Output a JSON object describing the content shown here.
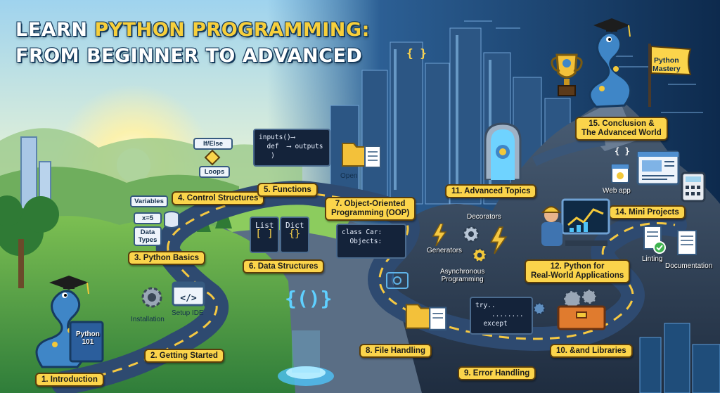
{
  "title": {
    "line1_prefix": "LEARN ",
    "line1_highlight": "PYTHON PROGRAMMING:",
    "line2": "FROM BEGINNER TO ADVANCED"
  },
  "stages": {
    "s1": "1. Introduction",
    "s2": "2. Getting Started",
    "s3": "3. Python Basics",
    "s4": "4. Control Structures",
    "s5": "5. Functions",
    "s6": "6. Data Structures",
    "s7_line1": "7. Object-Oriented",
    "s7_line2": "Programming (OOP)",
    "s8": "8. File Handling",
    "s9": "9. Error Handling",
    "s10": "10. &and Libraries",
    "s11": "11. Advanced Topics",
    "s12_line1": "12. Python for",
    "s12_line2": "Real-World Applications",
    "s14": "14. Mini Projects",
    "s15_line1": "15. Conclusion &",
    "s15_line2": "The Advanced World"
  },
  "labels": {
    "installation": "Installation",
    "setup_ide": "Setup IDE",
    "variables": "Variables",
    "x_eq_5": "x=5",
    "data_types_1": "Data",
    "data_types_2": "Types",
    "if_else": "If/Else",
    "loops": "Loops",
    "list": "List",
    "list_glyph": "[ ]",
    "dict": "Dict",
    "dict_glyph": "{}",
    "open": "Open",
    "decorators": "Decorators",
    "generators": "Generators",
    "async_1": "Asynchronous",
    "async_2": "Programming",
    "web_app": "Web app",
    "linting": "Linting",
    "documentation": "Documentation",
    "python_mastery_1": "Python",
    "python_mastery_2": "Mastery",
    "book_1": "Python",
    "book_2": "101",
    "braces": "{ }",
    "braces_big": "{()}"
  },
  "code": {
    "functions": "inputs()⟶\n  def  ⟶ outputs\n   )",
    "oop": "class Car:\n  Objects:",
    "errors": "try..\n    ........\n  except"
  },
  "colors": {
    "label_fill": "#fbd44b",
    "title_highlight": "#f7cf3b",
    "road": "#3d5d86",
    "road_line": "#f5c842",
    "snake_blue": "#3f86c7",
    "snake_yellow": "#f3c83a"
  },
  "icons": [
    "gear-icon",
    "code-window-icon",
    "folder-icon",
    "document-icon",
    "trophy-icon",
    "graduation-cap-icon",
    "flag-icon",
    "lightning-icon",
    "toolbox-icon",
    "calculator-icon",
    "python-logo-icon",
    "portal-icon",
    "hard-hat-icon",
    "chart-icon"
  ]
}
